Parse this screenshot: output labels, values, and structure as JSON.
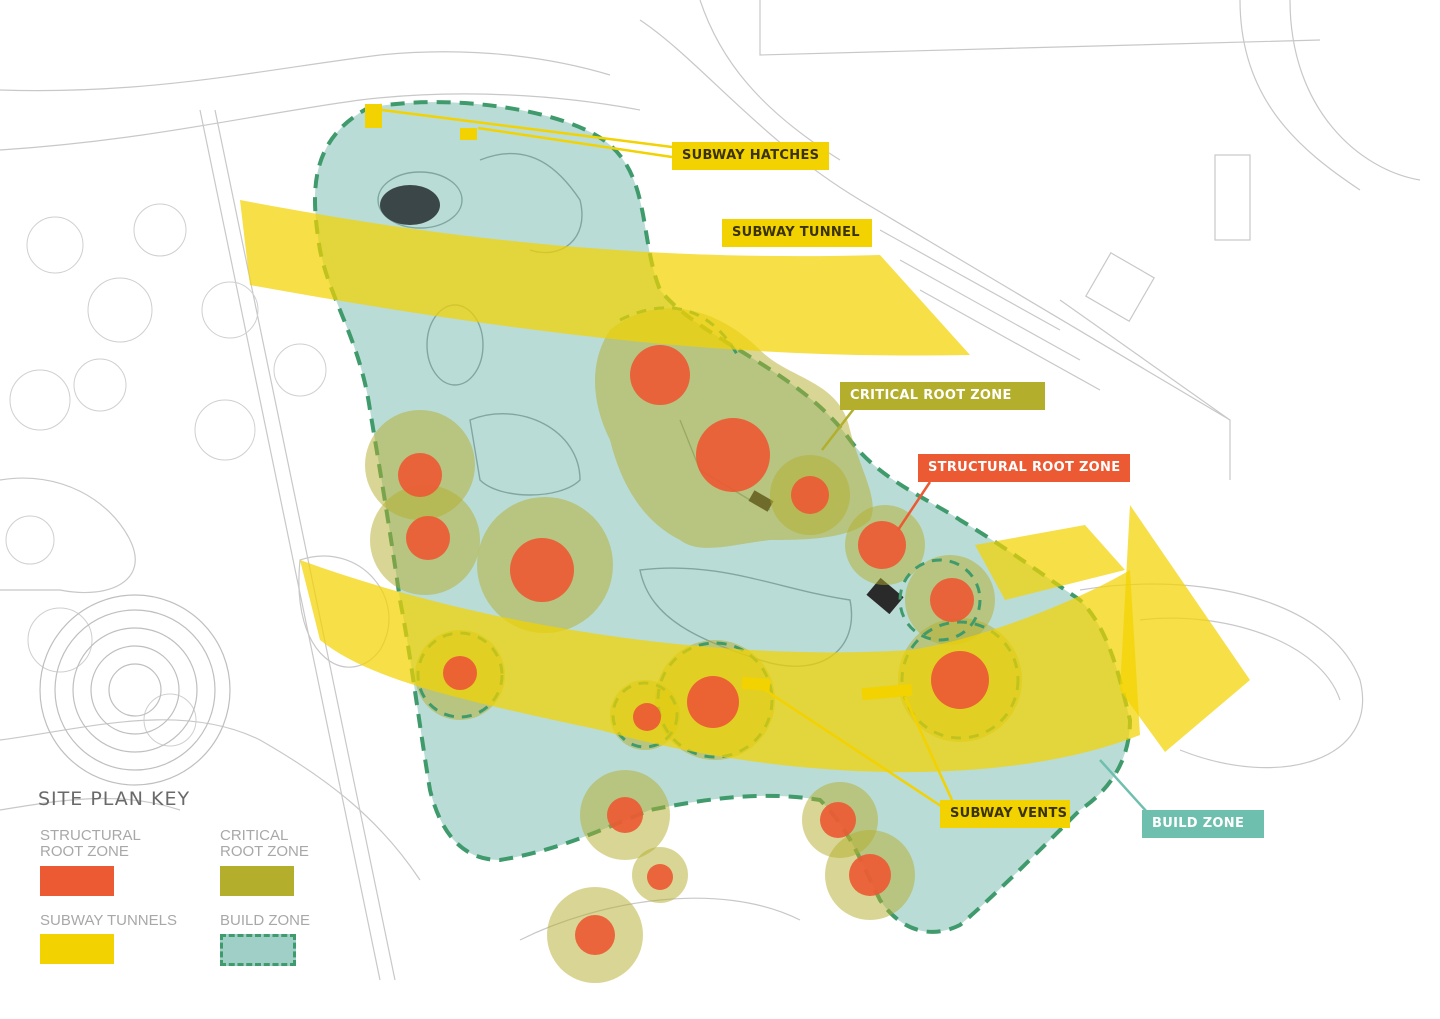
{
  "callouts": {
    "subway_hatches": "SUBWAY HATCHES",
    "subway_tunnel": "SUBWAY TUNNEL",
    "critical_root_zone": "CRITICAL ROOT ZONE",
    "structural_root_zone": "STRUCTURAL ROOT ZONE",
    "subway_vents": "SUBWAY VENTS",
    "build_zone": "BUILD ZONE"
  },
  "key": {
    "title": "SITE PLAN KEY",
    "structural_line1": "STRUCTURAL",
    "structural_line2": "ROOT ZONE",
    "critical_line1": "CRITICAL",
    "critical_line2": "ROOT ZONE",
    "subway_tunnels": "SUBWAY TUNNELS",
    "build_zone": "BUILD ZONE"
  },
  "colors": {
    "structural_root_zone": "#ec5a34",
    "critical_root_zone": "#b3ae2c",
    "subway_tunnel": "#f2d200",
    "build_zone_fill": "#9fcfc6",
    "build_zone_border": "#3f9a6c"
  }
}
